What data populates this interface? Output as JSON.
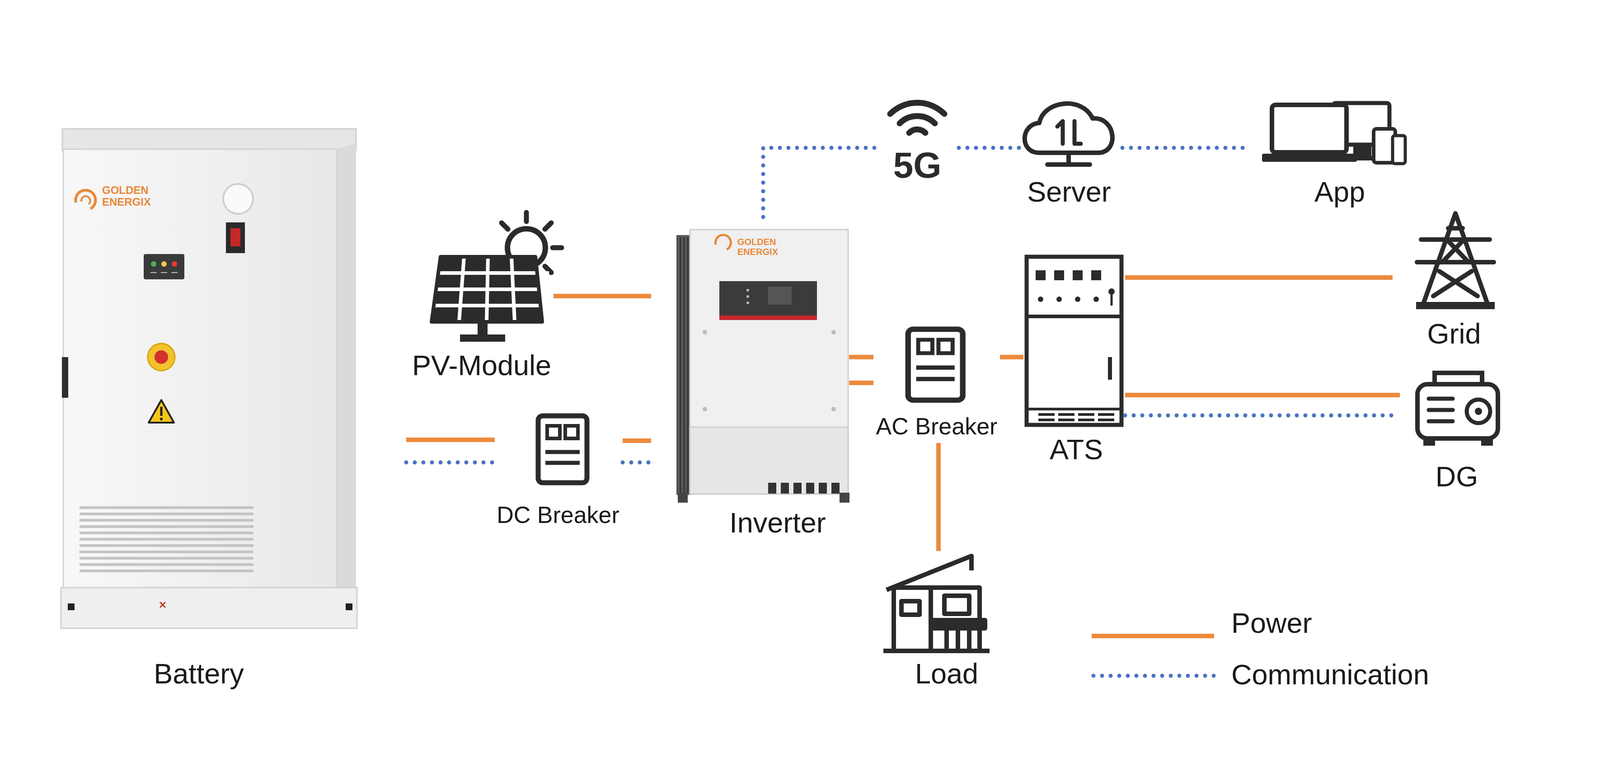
{
  "diagram": {
    "nodes": [
      {
        "text": [
          "Battery"
        ]
      },
      {
        "text": [
          "PV-Module"
        ]
      },
      {
        "text": [
          "DC Breaker"
        ]
      },
      {
        "text": [
          "Inverter"
        ]
      },
      {
        "text": [
          "5G"
        ]
      },
      {
        "text": [
          "Server"
        ]
      },
      {
        "text": [
          "App"
        ]
      },
      {
        "text": [
          "AC Breaker"
        ]
      },
      {
        "text": [
          "ATS"
        ]
      },
      {
        "text": [
          "Grid"
        ]
      },
      {
        "text": [
          "DG"
        ]
      },
      {
        "text": [
          "Load"
        ]
      }
    ],
    "edges": [
      {
        "from": 1,
        "to": 3,
        "arrow": "none"
      },
      {
        "from": 0,
        "to": 2,
        "arrow": "none"
      },
      {
        "from": 0,
        "to": 2,
        "arrow": "none"
      },
      {
        "from": 2,
        "to": 3,
        "arrow": "none"
      },
      {
        "from": 2,
        "to": 3,
        "arrow": "none"
      },
      {
        "from": 3,
        "to": 7,
        "arrow": "none"
      },
      {
        "from": 3,
        "to": 7,
        "arrow": "none"
      },
      {
        "from": 7,
        "to": 8,
        "arrow": "none"
      },
      {
        "from": 7,
        "to": 11,
        "arrow": "none"
      },
      {
        "from": 8,
        "to": 9,
        "arrow": "none"
      },
      {
        "from": 8,
        "to": 10,
        "arrow": "none"
      },
      {
        "from": 8,
        "to": 10,
        "arrow": "none"
      },
      {
        "from": 3,
        "to": 4,
        "arrow": "none"
      },
      {
        "from": 4,
        "to": 5,
        "arrow": "none"
      },
      {
        "from": 5,
        "to": 6,
        "arrow": "none"
      }
    ],
    "labels": [
      "GOLDEN ENERGIX",
      "GOLDEN ENERGIX"
    ],
    "legend": [
      {
        "text": "Power"
      },
      {
        "text": "Communication"
      }
    ]
  }
}
